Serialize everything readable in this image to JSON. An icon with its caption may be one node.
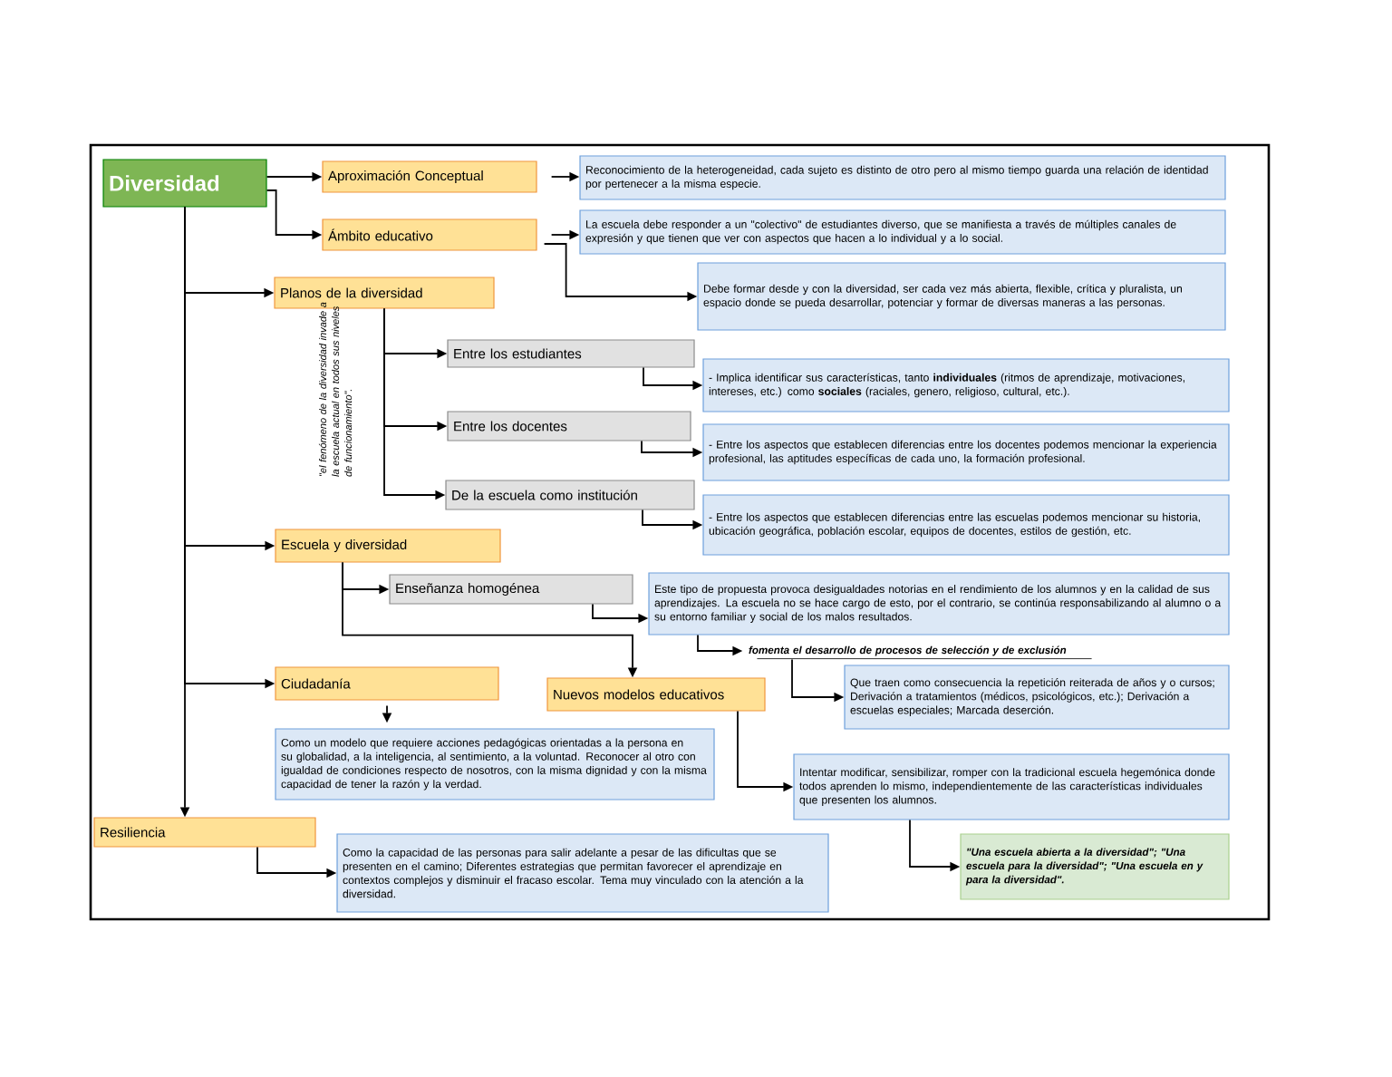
{
  "diagram": {
    "nodes": [
      {
        "text": [
          "Diversidad"
        ]
      },
      {
        "text": [
          "Aproximación Conceptual"
        ]
      },
      {
        "text": [
          "Ámbito educativo"
        ]
      },
      {
        "text": [
          "Planos de la diversidad"
        ]
      },
      {
        "text": [
          "Entre los estudiantes"
        ]
      },
      {
        "text": [
          "Entre los docentes"
        ]
      },
      {
        "text": [
          "De la escuela como institución"
        ]
      },
      {
        "text": [
          "Escuela y diversidad"
        ]
      },
      {
        "text": [
          "Enseñanza homogénea"
        ]
      },
      {
        "text": [
          "Ciudadanía"
        ]
      },
      {
        "text": [
          "Nuevos modelos educativos"
        ]
      },
      {
        "text": [
          "Resiliencia"
        ]
      },
      {
        "text": [
          "Reconocimiento  de  la heterogeneidad, cada sujeto es distinto de otro pero al mismo tiempo guarda una relación de identidad por pertenecer a la misma especie."
        ]
      },
      {
        "text": [
          "La escuela debe responder a un \"colectivo\" de estudiantes diverso, que se manifiesta a través de  múltiples  canales de  expresión  y  que  tienen  que  ver con aspectos que hacen a lo individual y a lo social."
        ]
      },
      {
        "text": [
          "Debe formar desde y con la diversidad, ser cada vez más abierta,  flexible,  crítica  y pluralista, un  espacio  donde  se pueda desarrollar, potenciar y formar  de  diversas  maneras  a  las personas."
        ]
      },
      {
        "text": [
          "- Implica identificar sus características,  tanto **individuales** (ritmos de aprendizaje, motivaciones, intereses, etc.) como **sociales** (raciales, genero, religioso, cultural, etc.)."
        ]
      },
      {
        "text": [
          "- Entre los aspectos  que establecen  diferencias entre los docentes podemos mencionar la experiencia profesional, las aptitudes específicas de cada uno, la formación profesional."
        ]
      },
      {
        "text": [
          "- Entre los aspectos  que establecen  diferencias entre las escuelas podemos mencionar su historia, ubicación geográfica, población escolar, equipos de docentes, estilos de gestión, etc."
        ]
      },
      {
        "text": [
          "Este tipo de propuesta provoca desigualdades notorias en el rendimiento de los alumnos  y en la calidad de sus aprendizajes. La escuela no se hace  cargo  de  esto,  por  el  contrario,   se   continúa responsabilizando al alumno o a su entorno familiar y social de los malos resultados."
        ]
      },
      {
        "text": [
          "fomenta   el  desarrollo de procesos de selección y  de exclusión"
        ]
      },
      {
        "text": [
          "Que traen como consecuencia la repetición reiterada de años y o cursos; Derivación a tratamientos (médicos, psicológicos, etc.); Derivación a escuelas especiales; Marcada deserción."
        ]
      },
      {
        "text": [
          "Como un modelo que requiere acciones pedagógicas orientadas a la persona en su globalidad, a la inteligencia, al sentimiento, a la voluntad. Reconocer al otro con igualdad de condiciones respecto de nosotros, con la misma dignidad y con la misma capacidad de tener la razón y la verdad."
        ]
      },
      {
        "text": [
          "Intentar modificar, sensibilizar,  romper  con  la  tradicional escuela hegemónica donde todos aprenden lo mismo, independientemente de las características individuales que presenten los alumnos."
        ]
      },
      {
        "text": [
          "Como la capacidad de las personas para salir adelante a pesar de las dificultas que se presenten en el camino; Diferentes estrategias que permitan favorecer el aprendizaje en contextos complejos y disminuir el fracaso escolar. Tema muy vinculado con la atención a la diversidad."
        ]
      },
      {
        "text": [
          "\"Una escuela abierta a la diversidad\"; \"Una escuela para la diversidad\"; \"Una escuela en y para la diversidad\"."
        ]
      }
    ],
    "edges": [
      {
        "from": 0,
        "to": 1,
        "arrow": "to"
      },
      {
        "from": 0,
        "to": 2,
        "arrow": "to"
      },
      {
        "from": 0,
        "to": 3,
        "arrow": "to"
      },
      {
        "from": 0,
        "to": 7,
        "arrow": "to"
      },
      {
        "from": 0,
        "to": 9,
        "arrow": "to"
      },
      {
        "from": 0,
        "to": 11,
        "arrow": "to"
      },
      {
        "from": 1,
        "to": 12,
        "arrow": "to"
      },
      {
        "from": 2,
        "to": 13,
        "arrow": "to"
      },
      {
        "from": 2,
        "to": 14,
        "arrow": "to"
      },
      {
        "from": 3,
        "to": 4,
        "arrow": "to"
      },
      {
        "from": 3,
        "to": 5,
        "arrow": "to"
      },
      {
        "from": 3,
        "to": 6,
        "arrow": "to"
      },
      {
        "from": 4,
        "to": 15,
        "arrow": "to"
      },
      {
        "from": 5,
        "to": 16,
        "arrow": "to"
      },
      {
        "from": 6,
        "to": 17,
        "arrow": "to"
      },
      {
        "from": 7,
        "to": 8,
        "arrow": "to"
      },
      {
        "from": 7,
        "to": 10,
        "arrow": "to"
      },
      {
        "from": 8,
        "to": 18,
        "arrow": "to"
      },
      {
        "from": 18,
        "to": 19,
        "arrow": "to"
      },
      {
        "from": 19,
        "to": 20,
        "arrow": "to"
      },
      {
        "from": 9,
        "to": 21,
        "arrow": "to"
      },
      {
        "from": 10,
        "to": 22,
        "arrow": "to"
      },
      {
        "from": 11,
        "to": 23,
        "arrow": "to"
      },
      {
        "from": 22,
        "to": 24,
        "arrow": "to"
      }
    ],
    "labels": [
      "\"el fenómeno de la diversidad invade a la escuela actual en todos sus niveles de funcionamiento\"."
    ]
  }
}
